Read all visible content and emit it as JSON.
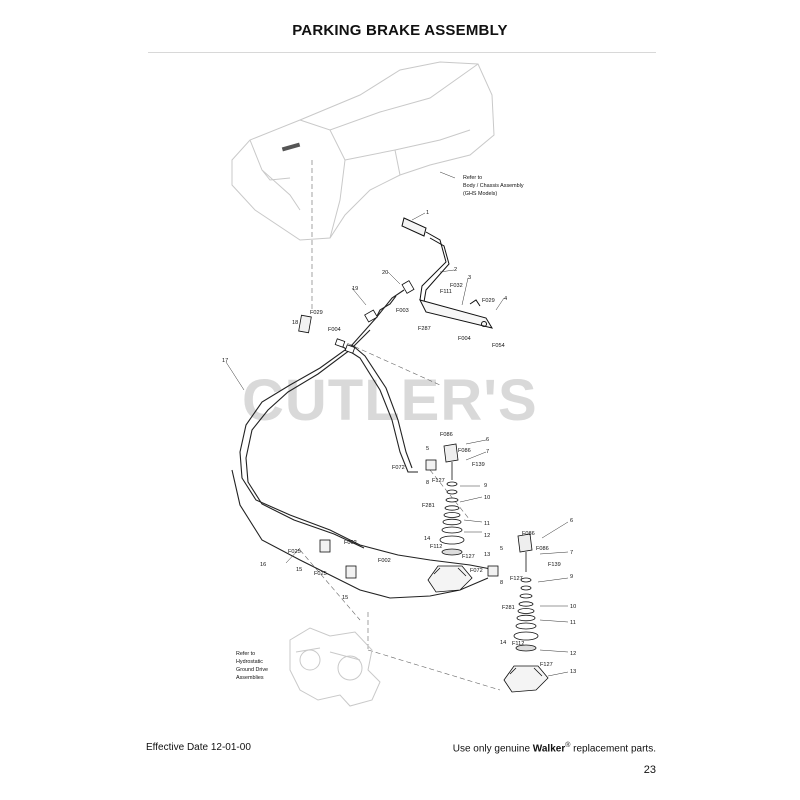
{
  "page": {
    "title": "PARKING BRAKE ASSEMBLY",
    "watermark": "CUTLER'S",
    "footer_left": "Effective Date 12-01-00",
    "footer_right_pre": "Use only genuine ",
    "footer_right_brand": "Walker",
    "footer_right_reg": "®",
    "footer_right_post": " replacement parts.",
    "page_number": "23"
  },
  "refs": {
    "body_chassis": [
      "Refer to",
      "Body / Chassis Assembly",
      "(GHS Models)"
    ],
    "hydrostatic": [
      "Refer to",
      "Hydrostatic",
      "Ground Drive",
      "Assemblies"
    ]
  },
  "callouts": {
    "c1": "1",
    "c2": "2",
    "c3": "3",
    "c4": "4",
    "f029a": "F029",
    "f111": "F111",
    "f032": "F032",
    "f287": "F287",
    "f004a": "F004",
    "f054": "F054",
    "c20": "20",
    "c19": "19",
    "f003": "F003",
    "c18": "18",
    "f029b": "F029",
    "f004b": "F004",
    "c17": "17",
    "f086a": "F086",
    "c6a": "6",
    "c5a": "5",
    "f086b": "F086",
    "c7a": "7",
    "f072a": "F072",
    "f139a": "F139",
    "c8a": "8",
    "f127a": "F127",
    "c9a": "9",
    "f281a": "F281",
    "c10a": "10",
    "c11a": "11",
    "c12a": "12",
    "c14a": "14",
    "f112a": "F112",
    "f127b": "F127",
    "c13a": "13",
    "f002a": "F002",
    "f025a": "F025",
    "c16": "16",
    "c15a": "15",
    "f002b": "F002",
    "f025b": "F025",
    "c15b": "15",
    "f086c": "F086",
    "c6b": "6",
    "c5b": "5",
    "f086d": "F086",
    "c7b": "7",
    "f072b": "F072",
    "c8b": "8",
    "f127c": "F127",
    "f139b": "F139",
    "c9b": "9",
    "f281b": "F281",
    "c10b": "10",
    "c11b": "11",
    "c14b": "14",
    "f112b": "F112",
    "c12b": "12",
    "f127d": "F127",
    "c13b": "13"
  }
}
